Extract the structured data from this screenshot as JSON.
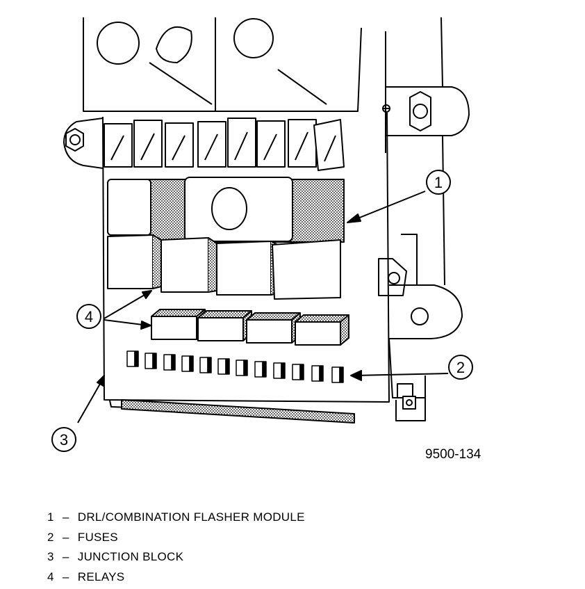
{
  "figure_id": "9500-134",
  "callouts": [
    {
      "num": "1",
      "label": "DRL/COMBINATION FLASHER MODULE"
    },
    {
      "num": "2",
      "label": "FUSES"
    },
    {
      "num": "3",
      "label": "JUNCTION BLOCK"
    },
    {
      "num": "4",
      "label": "RELAYS"
    }
  ],
  "colors": {
    "line": "#000000",
    "shade": "#9a9a9a",
    "background": "#ffffff"
  }
}
